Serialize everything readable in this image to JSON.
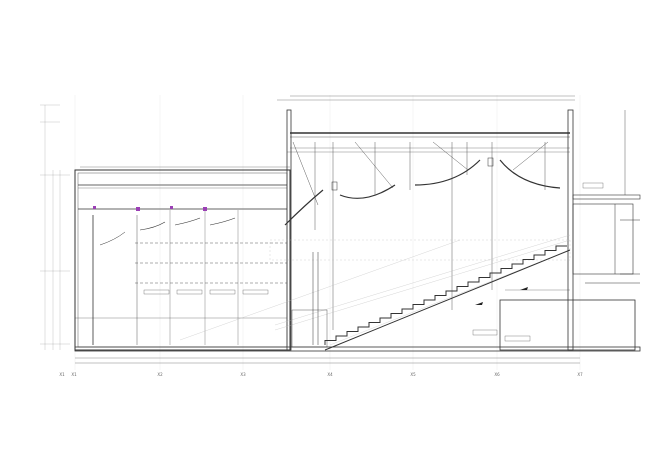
{
  "drawing": {
    "type": "architectural section",
    "line_color": "#333333",
    "accent_color": "#9b3fb5",
    "grid_axes": [
      "X1",
      "X1",
      "X2",
      "X3",
      "X4",
      "X5",
      "X6",
      "X7"
    ]
  }
}
